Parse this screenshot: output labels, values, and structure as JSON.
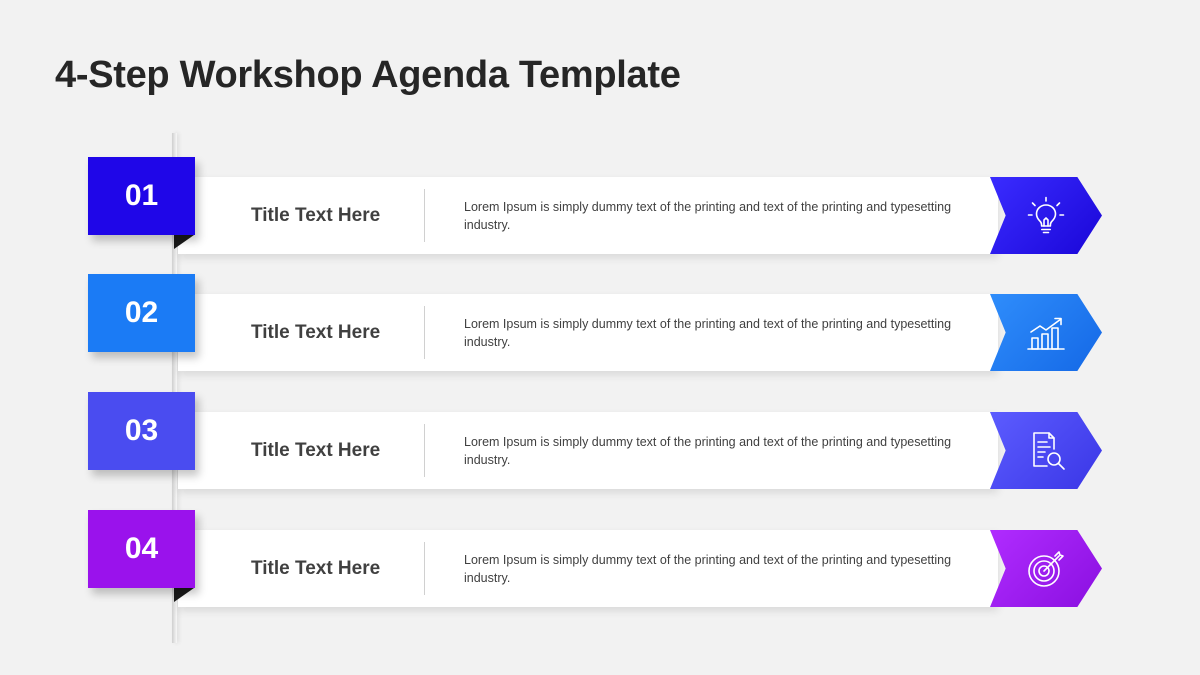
{
  "slide": {
    "title": "4-Step Workshop Agenda Template"
  },
  "steps": [
    {
      "number": "01",
      "title": "Title Text Here",
      "description": "Lorem Ipsum is simply dummy  text of the printing and text of the printing  and typesetting industry.",
      "icon": "lightbulb-icon",
      "color": "#1f06e8"
    },
    {
      "number": "02",
      "title": "Title Text Here",
      "description": "Lorem Ipsum is simply dummy  text of the printing and text of the printing  and typesetting industry.",
      "icon": "growth-chart-icon",
      "color": "#1b7bf5"
    },
    {
      "number": "03",
      "title": "Title Text Here",
      "description": "Lorem Ipsum is simply dummy  text of the printing and text of the printing  and typesetting industry.",
      "icon": "document-search-icon",
      "color": "#4a4cf0"
    },
    {
      "number": "04",
      "title": "Title Text Here",
      "description": "Lorem Ipsum is simply dummy  text of the printing and text of the printing  and typesetting industry.",
      "icon": "target-icon",
      "color": "#9a12ec"
    }
  ]
}
